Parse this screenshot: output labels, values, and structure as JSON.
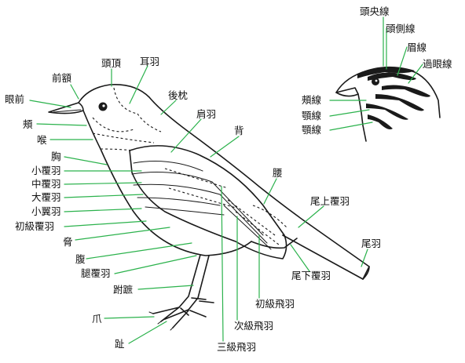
{
  "leader_color": "#2bb24c",
  "labels": {
    "head_crown_line": "頭央線",
    "head_side_line": "頭側線",
    "eyebrow_line": "眉線",
    "eye_line": "過眼線",
    "lores": "眼前",
    "forehead": "前額",
    "crown": "頭頂",
    "ear_coverts": "耳羽",
    "nape": "後枕",
    "shoulder": "肩羽",
    "back": "背",
    "cheek_line": "頰線",
    "jaw_line": "顎線",
    "throat_line": "顎線",
    "cheek": "頰",
    "throat": "喉",
    "breast": "胸",
    "lesser_coverts": "小覆羽",
    "median_coverts": "中覆羽",
    "greater_coverts": "大覆羽",
    "alula": "小翼羽",
    "primary_coverts": "初級覆羽",
    "flank": "脅",
    "belly": "腹",
    "thigh": "腿覆羽",
    "tarsus": "跗蹠",
    "claw": "爪",
    "toe": "趾",
    "rump": "腰",
    "uppertail_coverts": "尾上覆羽",
    "tail": "尾羽",
    "undertail_coverts": "尾下覆羽",
    "primaries": "初級飛羽",
    "secondaries": "次級飛羽",
    "tertials": "三級飛羽"
  }
}
